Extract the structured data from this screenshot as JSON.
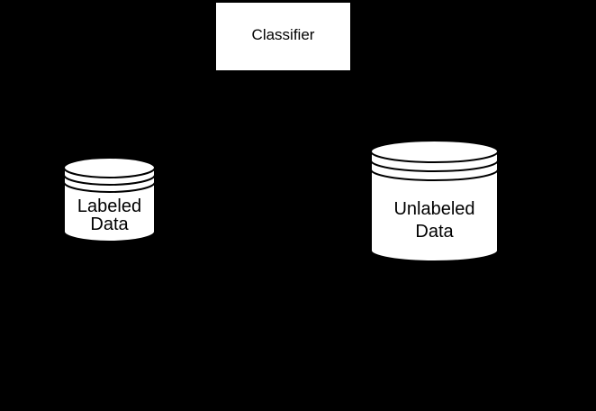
{
  "diagram": {
    "colors": {
      "background": "#000000",
      "node_fill": "#ffffff",
      "node_stroke": "#000000",
      "text": "#000000"
    },
    "nodes": {
      "classifier": {
        "label": "Classifier"
      },
      "labeled_data": {
        "line1": "Labeled",
        "line2": "Data"
      },
      "unlabeled_data": {
        "line1": "Unlabeled",
        "line2": "Data"
      }
    }
  }
}
